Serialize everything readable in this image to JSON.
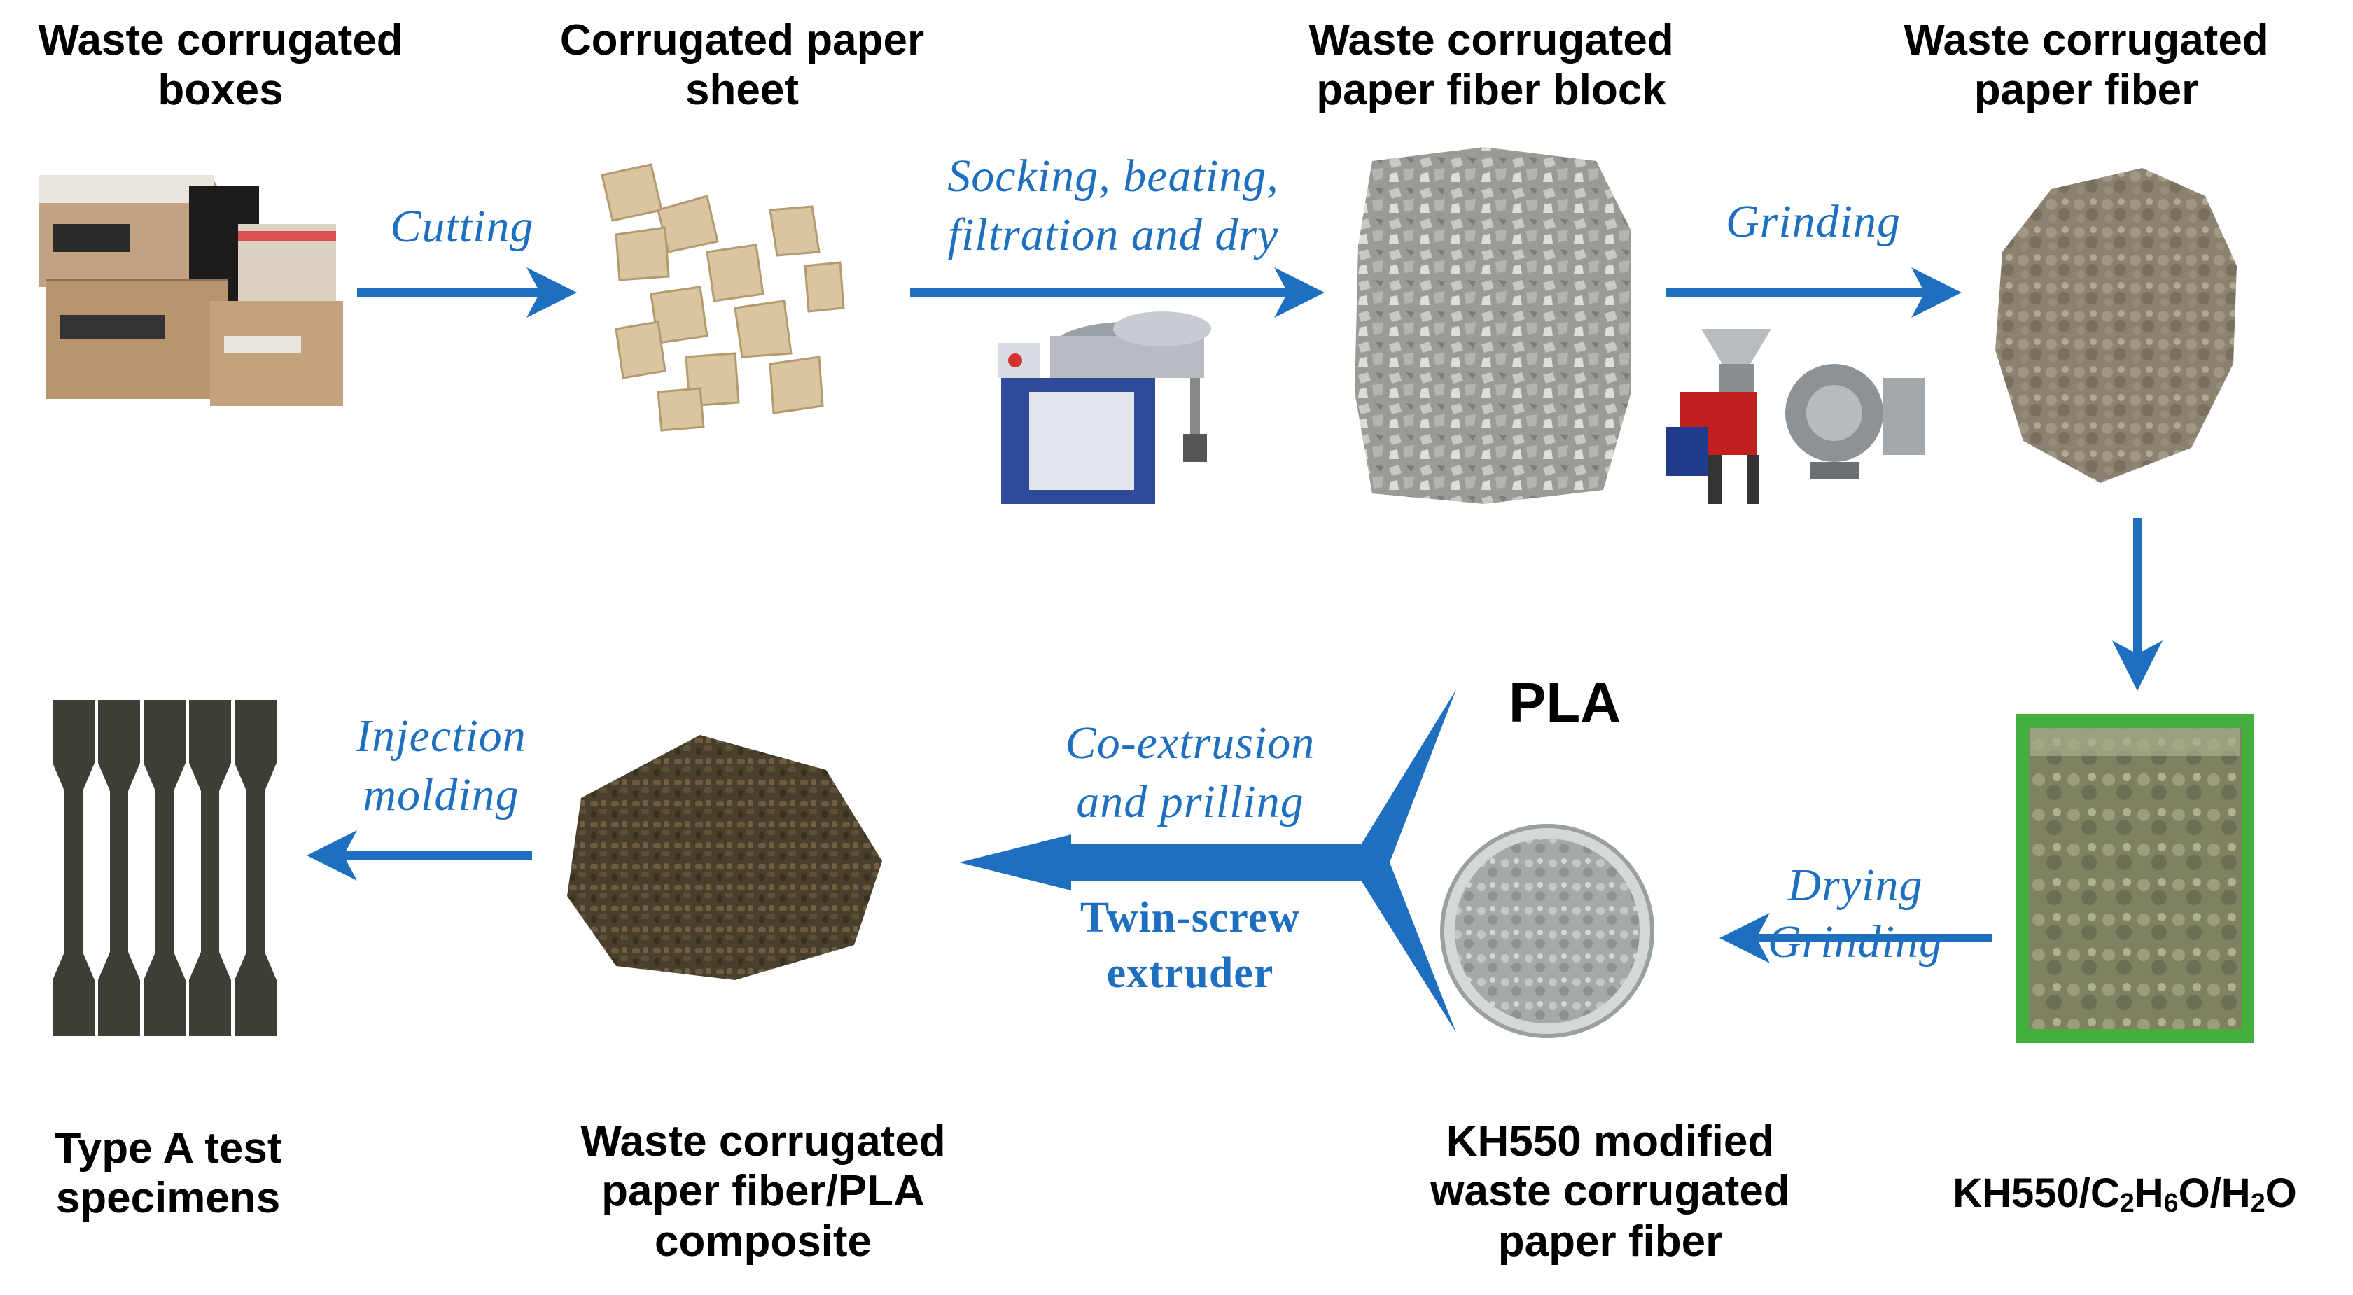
{
  "labels": {
    "boxes": [
      "Waste corrugated",
      "boxes"
    ],
    "sheet": [
      "Corrugated paper",
      "sheet"
    ],
    "fiber_block": [
      "Waste corrugated",
      "paper fiber block"
    ],
    "fiber": [
      "Waste corrugated",
      "paper fiber"
    ],
    "specimens": [
      "Type A test",
      "specimens"
    ],
    "composite": [
      "Waste corrugated",
      "paper fiber/PLA",
      "composite"
    ],
    "modified": [
      "KH550 modified",
      "waste corrugated",
      "paper fiber"
    ],
    "solution": {
      "a": "KH550/C",
      "b": "2",
      "c": "H",
      "d": "6",
      "e": "O/H",
      "f": "2",
      "g": "O"
    }
  },
  "steps": {
    "cutting": "Cutting",
    "socking": [
      "Socking,  beating,",
      "filtration and dry"
    ],
    "grinding": "Grinding",
    "drying_grinding": [
      "Drying",
      "Grinding"
    ],
    "coextrusion": [
      "Co-extrusion",
      "and  prilling"
    ],
    "extruder": [
      "Twin-screw",
      "extruder"
    ],
    "injection": [
      "Injection",
      "molding"
    ]
  },
  "pla": "PLA",
  "colors": {
    "arrow": "#1f6fc0",
    "step_text": "#1f6fc0"
  },
  "icons": [
    "cardboard-boxes-icon",
    "paper-sheets-icon",
    "beater-machine-icon",
    "fiber-block-icon",
    "grinder-icon",
    "mill-icon",
    "fiber-powder-icon",
    "solution-tray-icon",
    "modified-fiber-dish-icon",
    "pellets-icon",
    "test-specimens-icon"
  ]
}
